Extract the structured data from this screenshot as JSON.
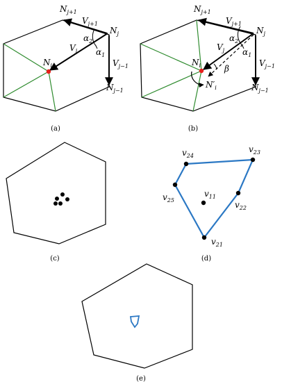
{
  "panels": {
    "a": {
      "caption": "(a)",
      "labels": {
        "nj1": [
          "N",
          "j+1"
        ],
        "vj1": [
          "V",
          "j+1"
        ],
        "a2": [
          "α",
          "2"
        ],
        "nj": [
          "N",
          "j"
        ],
        "a1": [
          "α",
          "1"
        ],
        "vj": [
          "V",
          "j"
        ],
        "vjm1": [
          "V",
          "j−1"
        ],
        "ni": [
          "N",
          "i"
        ],
        "njm1": [
          "N",
          "j−1"
        ]
      }
    },
    "b": {
      "caption": "(b)",
      "labels": {
        "nj1": [
          "N",
          "j+1"
        ],
        "vj1": [
          "V",
          "j+1"
        ],
        "a2": [
          "α",
          "2"
        ],
        "nj": [
          "N",
          "j"
        ],
        "vj": [
          "V",
          "j"
        ],
        "a1": [
          "α",
          "1"
        ],
        "ni": [
          "N",
          "i"
        ],
        "beta": [
          "β",
          ""
        ],
        "vjm1": [
          "V",
          "j−1"
        ],
        "nip": [
          "N′",
          "i"
        ],
        "njm1": [
          "N",
          "j−1"
        ]
      }
    },
    "c": {
      "caption": "(c)"
    },
    "d": {
      "caption": "(d)",
      "labels": {
        "v24": [
          "v",
          "24"
        ],
        "v23": [
          "v",
          "23"
        ],
        "v25": [
          "v",
          "25"
        ],
        "v11": [
          "v",
          "11"
        ],
        "v22": [
          "v",
          "22"
        ],
        "v21": [
          "v",
          "21"
        ]
      }
    },
    "e": {
      "caption": "(e)"
    }
  },
  "colors": {
    "mesh_edge": "#2e8b2e",
    "polygon": "#2b78c4",
    "ni_point": "#e8201c",
    "outline": "#000000"
  }
}
